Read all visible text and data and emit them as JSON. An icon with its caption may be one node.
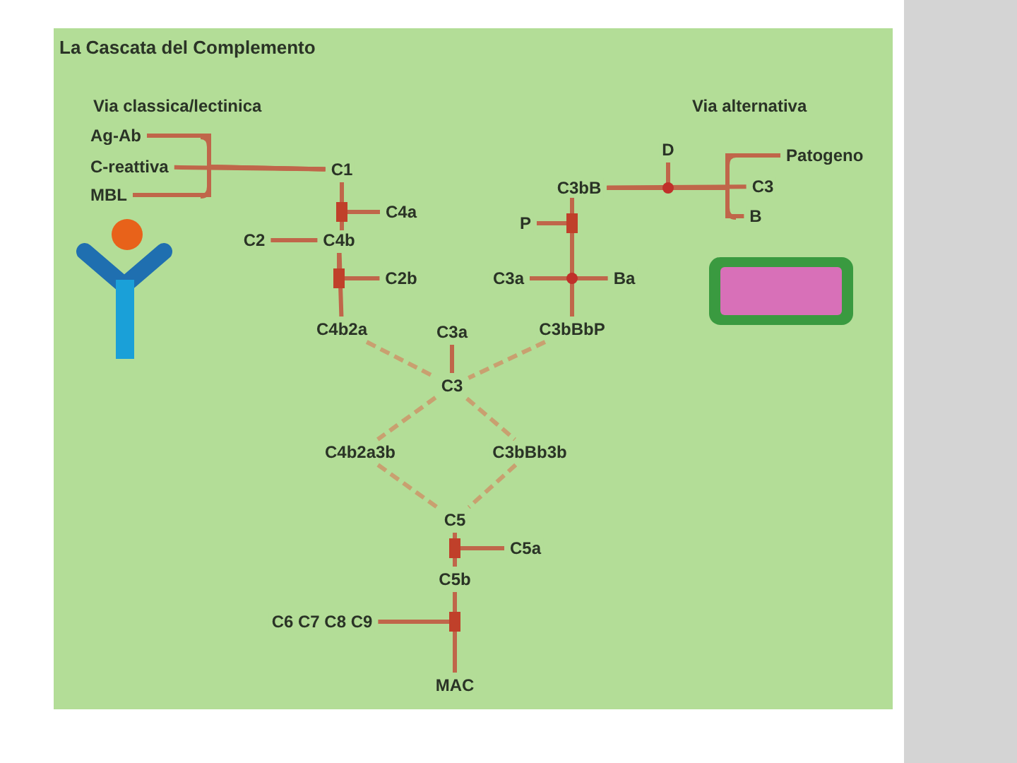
{
  "diagram": {
    "title": "La Cascata del Complemento",
    "nodes": [
      {
        "text": [
          "Ag-Ab"
        ]
      },
      {
        "text": [
          "C-reattiva"
        ]
      },
      {
        "text": [
          "MBL"
        ]
      },
      {
        "text": [
          "C1"
        ]
      },
      {
        "text": [
          "C4a"
        ]
      },
      {
        "text": [
          "C2"
        ]
      },
      {
        "text": [
          "C4b"
        ]
      },
      {
        "text": [
          "C2b"
        ]
      },
      {
        "text": [
          "C4b2a"
        ]
      },
      {
        "text": [
          "C3a"
        ]
      },
      {
        "text": [
          "C3"
        ]
      },
      {
        "text": [
          "D"
        ]
      },
      {
        "text": [
          "Patogeno"
        ]
      },
      {
        "text": [
          "C3"
        ]
      },
      {
        "text": [
          "B"
        ]
      },
      {
        "text": [
          "C3bB"
        ]
      },
      {
        "text": [
          "P"
        ]
      },
      {
        "text": [
          "C3a"
        ]
      },
      {
        "text": [
          "Ba"
        ]
      },
      {
        "text": [
          "C3bBbP"
        ]
      },
      {
        "text": [
          "C4b2a3b"
        ]
      },
      {
        "text": [
          "C3bBb3b"
        ]
      },
      {
        "text": [
          "C5"
        ]
      },
      {
        "text": [
          "C5a"
        ]
      },
      {
        "text": [
          "C5b"
        ]
      },
      {
        "text": [
          "C6 C7 C8 C9"
        ]
      },
      {
        "text": [
          "MAC"
        ]
      }
    ],
    "edges": [
      {
        "from": 0,
        "to": 3,
        "arrow": "none"
      },
      {
        "from": 1,
        "to": 3,
        "arrow": "none"
      },
      {
        "from": 2,
        "to": 3,
        "arrow": "none"
      },
      {
        "from": 3,
        "to": 6,
        "arrow": "none"
      },
      {
        "from": 3,
        "to": 4,
        "arrow": "none"
      },
      {
        "from": 5,
        "to": 6,
        "arrow": "none"
      },
      {
        "from": 6,
        "to": 8,
        "arrow": "none"
      },
      {
        "from": 6,
        "to": 7,
        "arrow": "none"
      },
      {
        "from": 12,
        "to": 15,
        "arrow": "none"
      },
      {
        "from": 13,
        "to": 15,
        "arrow": "none"
      },
      {
        "from": 14,
        "to": 15,
        "arrow": "none"
      },
      {
        "from": 11,
        "to": 15,
        "arrow": "none"
      },
      {
        "from": 15,
        "to": 19,
        "arrow": "none"
      },
      {
        "from": 16,
        "to": 19,
        "arrow": "none"
      },
      {
        "from": 17,
        "to": 18,
        "arrow": "none"
      },
      {
        "from": 8,
        "to": 10,
        "arrow": "none",
        "style": "dashed",
        "color": "#c9a070"
      },
      {
        "from": 9,
        "to": 10,
        "arrow": "none"
      },
      {
        "from": 19,
        "to": 10,
        "arrow": "none",
        "style": "dashed",
        "color": "#c9a070"
      },
      {
        "from": 10,
        "to": 20,
        "arrow": "none",
        "style": "dashed",
        "color": "#c9a070"
      },
      {
        "from": 10,
        "to": 21,
        "arrow": "none",
        "style": "dashed",
        "color": "#c9a070"
      },
      {
        "from": 20,
        "to": 22,
        "arrow": "none",
        "style": "dashed",
        "color": "#c9a070"
      },
      {
        "from": 21,
        "to": 22,
        "arrow": "none",
        "style": "dashed",
        "color": "#c9a070"
      },
      {
        "from": 22,
        "to": 24,
        "arrow": "none"
      },
      {
        "from": 22,
        "to": 23,
        "arrow": "none"
      },
      {
        "from": 24,
        "to": 26,
        "arrow": "none"
      },
      {
        "from": 25,
        "to": 26,
        "arrow": "none"
      }
    ],
    "labels": [
      "Via classica/lectinica",
      "Via alternativa"
    ]
  }
}
